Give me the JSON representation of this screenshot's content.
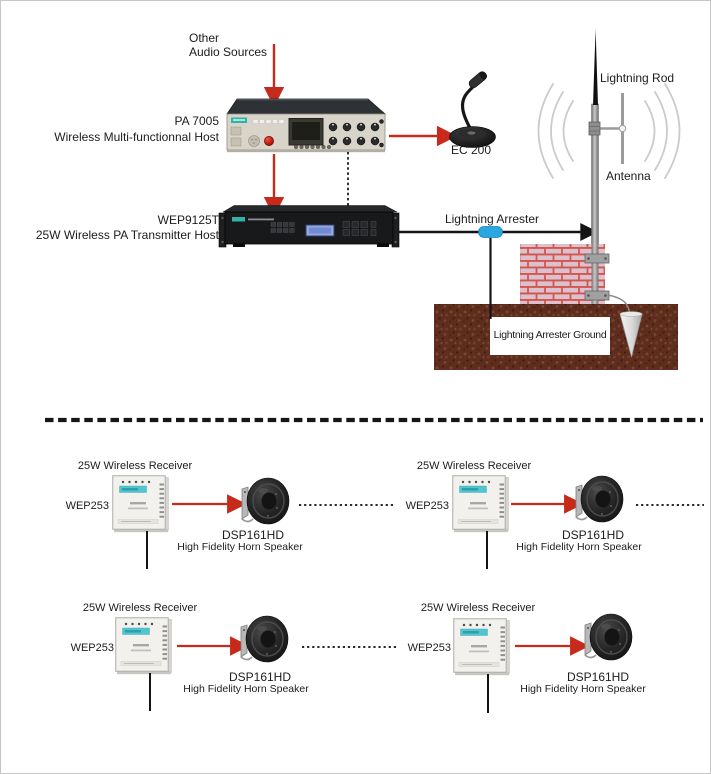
{
  "top": {
    "audio_sources_label": "Other\nAudio Sources",
    "pa7005": {
      "model": "PA 7005",
      "name": "Wireless Multi-functionnal Host"
    },
    "microphone": {
      "model": "EC 200"
    },
    "lightning_rod_label": "Lightning Rod",
    "antenna_label": "Antenna",
    "transmitter": {
      "model": "WEP9125T",
      "name": "25W Wireless PA Transmitter Host"
    },
    "arrester_label": "Lightning Arrester",
    "arrester_ground_label": "Lightning Arrester Ground"
  },
  "receivers": [
    {
      "title": "25W Wireless Receiver",
      "model": "WEP253",
      "speaker_model": "DSP161HD",
      "speaker_desc": "High Fidelity Horn Speaker"
    },
    {
      "title": "25W Wireless Receiver",
      "model": "WEP253",
      "speaker_model": "DSP161HD",
      "speaker_desc": "High Fidelity Horn Speaker"
    },
    {
      "title": "25W Wireless Receiver",
      "model": "WEP253",
      "speaker_model": "DSP161HD",
      "speaker_desc": "High Fidelity Horn Speaker"
    },
    {
      "title": "25W Wireless Receiver",
      "model": "WEP253",
      "speaker_model": "DSP161HD",
      "speaker_desc": "High Fidelity Horn Speaker"
    }
  ],
  "colors": {
    "arrow_red": "#c62a1a",
    "line_black": "#141414",
    "arrester_blue": "#2aa7e0",
    "brick_fill": "#dcc0cf",
    "brick_mortar": "#d2574b",
    "ground_brown": "#5e2d1d",
    "signal_arc_gray": "#cbcbcb",
    "receiver_teal": "#52c6cf"
  }
}
